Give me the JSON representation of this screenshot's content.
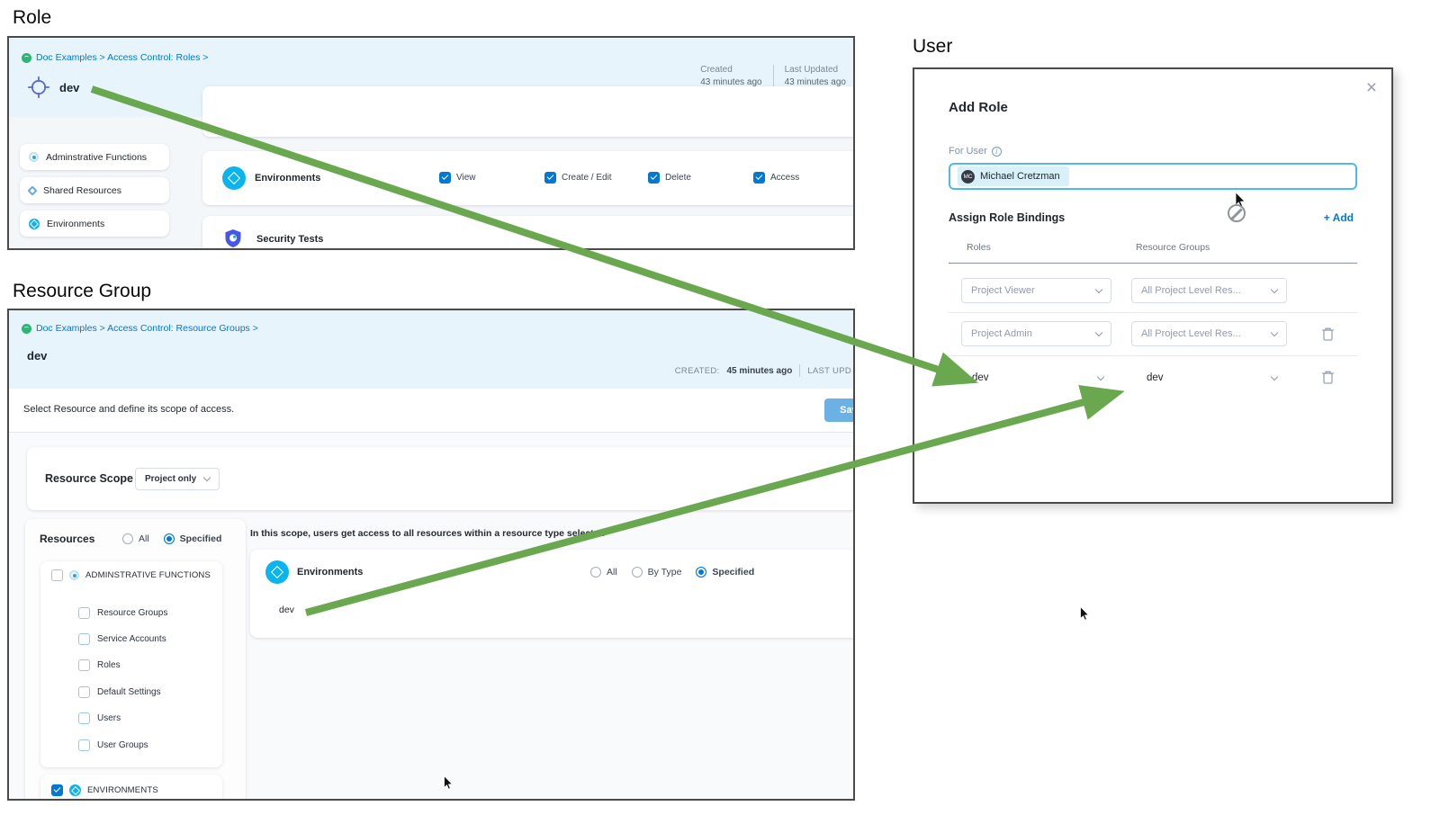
{
  "colors": {
    "accent_blue": "#0278d5",
    "arrow_green": "#6aa84f",
    "header_bg": "#e7f4fb",
    "cyan_icon": "#0bb4ef",
    "save_blue": "#6cb1e3",
    "input_border": "#4db9ec",
    "chip_bg": "#d7f0fa",
    "purple_icon": "#5b6ad0",
    "shield_blue": "#4656e8",
    "logo_green": "#2bb673"
  },
  "role_section": {
    "title": "Role",
    "breadcrumb": "Doc Examples > Access Control: Roles >",
    "entity_name": "dev",
    "created_label": "Created",
    "created_value": "43 minutes ago",
    "updated_label": "Last Updated",
    "updated_value": "43 minutes ago",
    "sidebar_items": [
      "Adminstrative Functions",
      "Shared Resources",
      "Environments"
    ],
    "env_card_title": "Environments",
    "permissions": [
      "View",
      "Create / Edit",
      "Delete",
      "Access"
    ],
    "security_card_title": "Security Tests"
  },
  "resource_group_section": {
    "title": "Resource Group",
    "breadcrumb": "Doc Examples > Access Control: Resource Groups >",
    "entity_name": "dev",
    "created_label": "CREATED:",
    "created_value": "45 minutes ago",
    "updated_label": "LAST UPD",
    "subtitle": "Select Resource and define its scope of access.",
    "save_label": "Save",
    "scope_label": "Resource Scope",
    "scope_value": "Project only",
    "resources_label": "Resources",
    "radio_all": "All",
    "radio_specified": "Specified",
    "admin_group": "ADMINSTRATIVE FUNCTIONS",
    "admin_children": [
      "Resource Groups",
      "Service Accounts",
      "Roles",
      "Default Settings",
      "Users",
      "User Groups"
    ],
    "env_group": "ENVIRONMENTS",
    "scope_note": "In this scope, users get access to all resources within a resource type selected",
    "env_card": {
      "title": "Environments",
      "radio_all": "All",
      "radio_by_type": "By Type",
      "radio_specified": "Specified",
      "value": "dev"
    }
  },
  "user_section": {
    "title": "User",
    "dialog_title": "Add Role",
    "for_user_label": "For User",
    "user_name": "Michael Cretzman",
    "user_initials": "MC",
    "assign_label": "Assign Role Bindings",
    "add_label": "+ Add",
    "col_roles": "Roles",
    "col_resource_groups": "Resource Groups",
    "rows": [
      {
        "role": "Project Viewer",
        "resource_group": "All Project Level Res..."
      },
      {
        "role": "Project Admin",
        "resource_group": "All Project Level Res..."
      },
      {
        "role": "dev",
        "resource_group": "dev"
      }
    ]
  }
}
